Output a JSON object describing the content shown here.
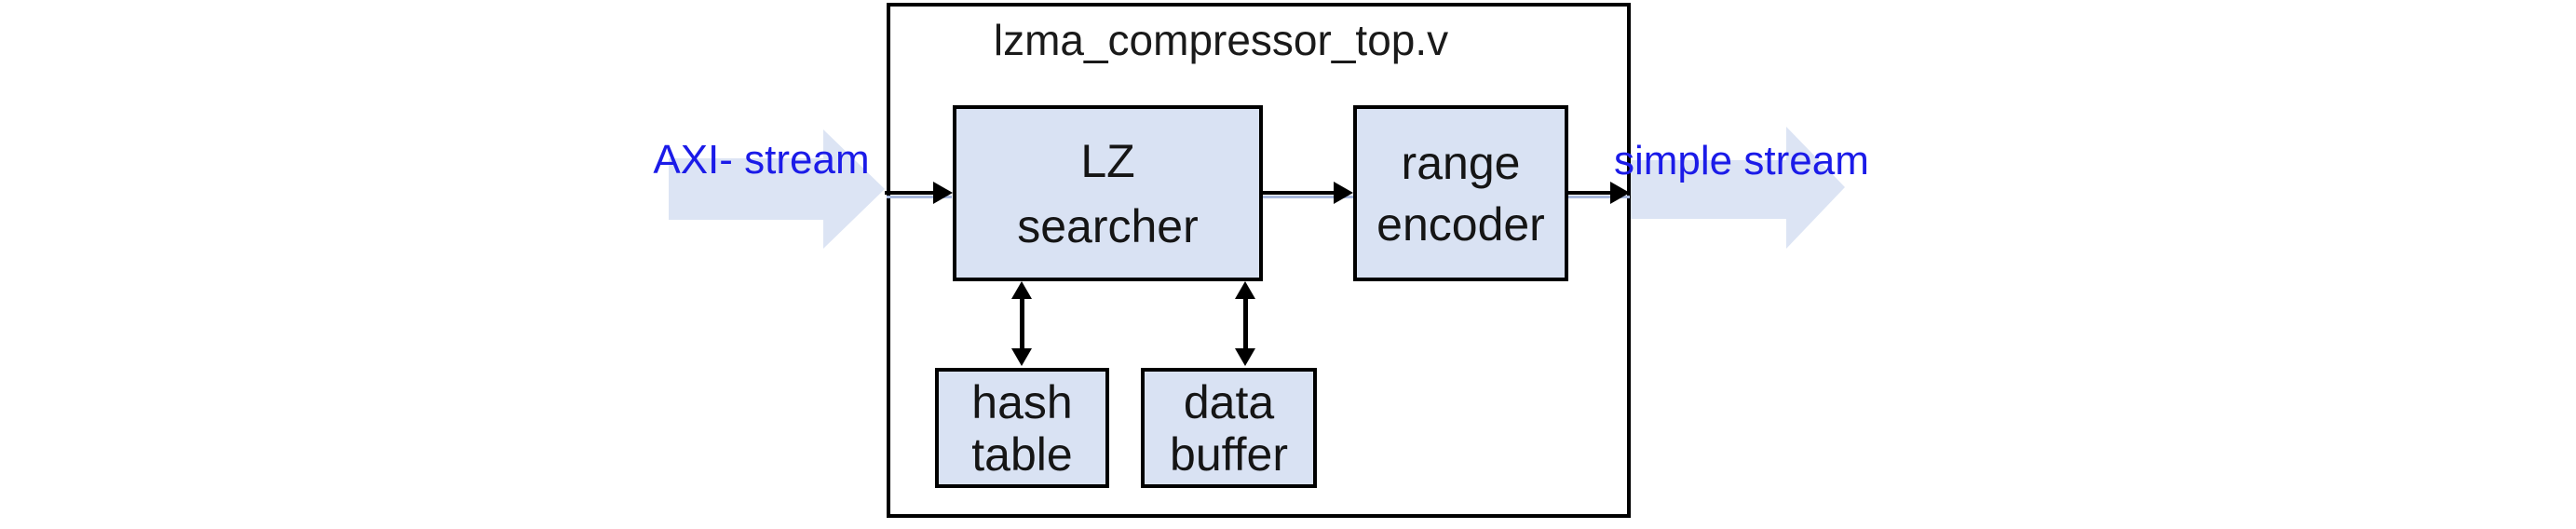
{
  "diagram": {
    "title": "lzma_compressor_top.v",
    "blocks": [
      {
        "id": "lz-searcher",
        "lines": [
          "LZ",
          "searcher"
        ]
      },
      {
        "id": "range-encoder",
        "lines": [
          "range",
          "encoder"
        ]
      },
      {
        "id": "hash-table",
        "lines": [
          "hash",
          "table"
        ]
      },
      {
        "id": "data-buffer",
        "lines": [
          "data",
          "buffer"
        ]
      }
    ],
    "ports": {
      "input": {
        "lines": [
          "AXI-",
          "stream"
        ]
      },
      "output": {
        "lines": [
          "simple",
          "stream"
        ]
      }
    },
    "colors": {
      "block_fill": "#d9e2f3",
      "fat_arrow_fill": "#dce4f4",
      "connector_black": "#000000",
      "connector_blue": "#a9b9dd",
      "label_blue": "#1b1be8",
      "title_black": "#1a1a1a"
    }
  }
}
